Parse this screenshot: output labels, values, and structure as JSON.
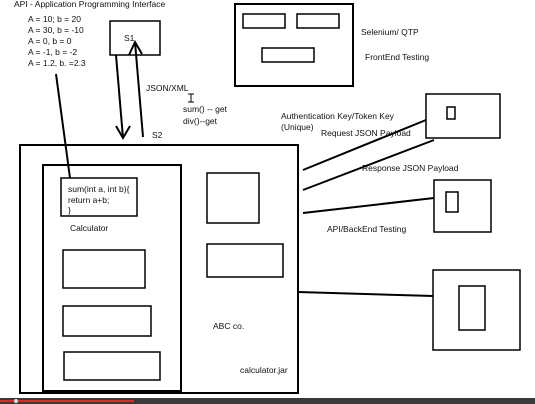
{
  "header": {
    "title": "API - Application Programming Interface"
  },
  "assignments": [
    "A = 10; b = 20",
    "A = 30, b = -10",
    "A = 0, b = 0",
    "A = -1, b = -2",
    "A = 1.2, b. =2.3"
  ],
  "labels": {
    "s1": "S1",
    "json_xml": "JSON/XML",
    "sum_get": "sum() -- get",
    "div_get": "div()--get",
    "s2": "S2",
    "selenium": "Selenium/ QTP",
    "frontend": "FrontEnd Testing",
    "auth_key": "Authentication Key/Token Key",
    "unique": "(Unique)",
    "request_payload": "Request JSON Payload",
    "response_payload": "Response JSON Payload",
    "backend": "API/BackEnd Testing",
    "calculator": "Calculator",
    "abc": "ABC co.",
    "jar": "calculator.jar"
  },
  "code": [
    "sum(int a, int b){",
    "return a+b;",
    "}"
  ],
  "video": {
    "progress": 0.25
  },
  "colors": {
    "ink": "#000000",
    "progress": "#e0282b"
  }
}
